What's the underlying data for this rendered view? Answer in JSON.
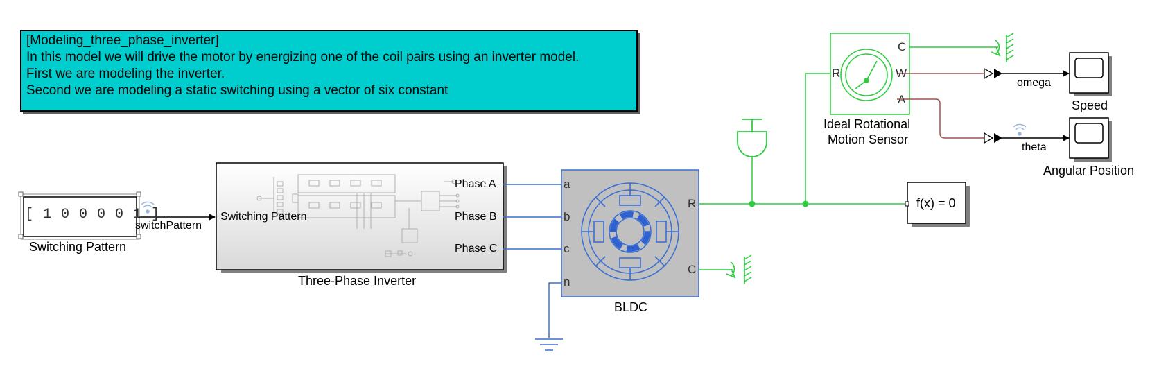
{
  "annotation": {
    "lines": [
      "[Modeling_three_phase_inverter]",
      "In this model we will drive the motor by energizing one of the coil pairs using an inverter model.",
      "First we are modeling the inverter.",
      "Second we are modeling a static switching using a vector of six constant"
    ]
  },
  "blocks": {
    "switching_constant": {
      "value": "[ 1 0 0 0 0 1 ]",
      "name": "Switching Pattern"
    },
    "inverter": {
      "name": "Three-Phase Inverter",
      "in_port": "Switching Pattern",
      "out_ports": [
        "Phase A",
        "Phase B",
        "Phase C"
      ]
    },
    "bldc": {
      "name": "BLDC",
      "left_ports": [
        "a",
        "b",
        "c",
        "n"
      ],
      "right_ports": [
        "R",
        "C"
      ]
    },
    "sensor": {
      "name_line1": "Ideal Rotational",
      "name_line2": "Motion Sensor",
      "left_port": "R",
      "right_ports": [
        "C",
        "W",
        "A"
      ]
    },
    "solver": {
      "label": "f(x) = 0"
    },
    "speed_scope": {
      "name": "Speed"
    },
    "position_scope": {
      "name": "Angular Position"
    }
  },
  "signals": {
    "switch_pattern": "switchPattern",
    "omega": "omega",
    "theta": "theta"
  },
  "colors": {
    "annotation_bg": "#00cdcd",
    "electrical_line": "#3b6fd4",
    "mechanical_line": "#2ecc40",
    "physical_signal_line": "#a05050",
    "bldc_fill": "#c0c0c0"
  }
}
